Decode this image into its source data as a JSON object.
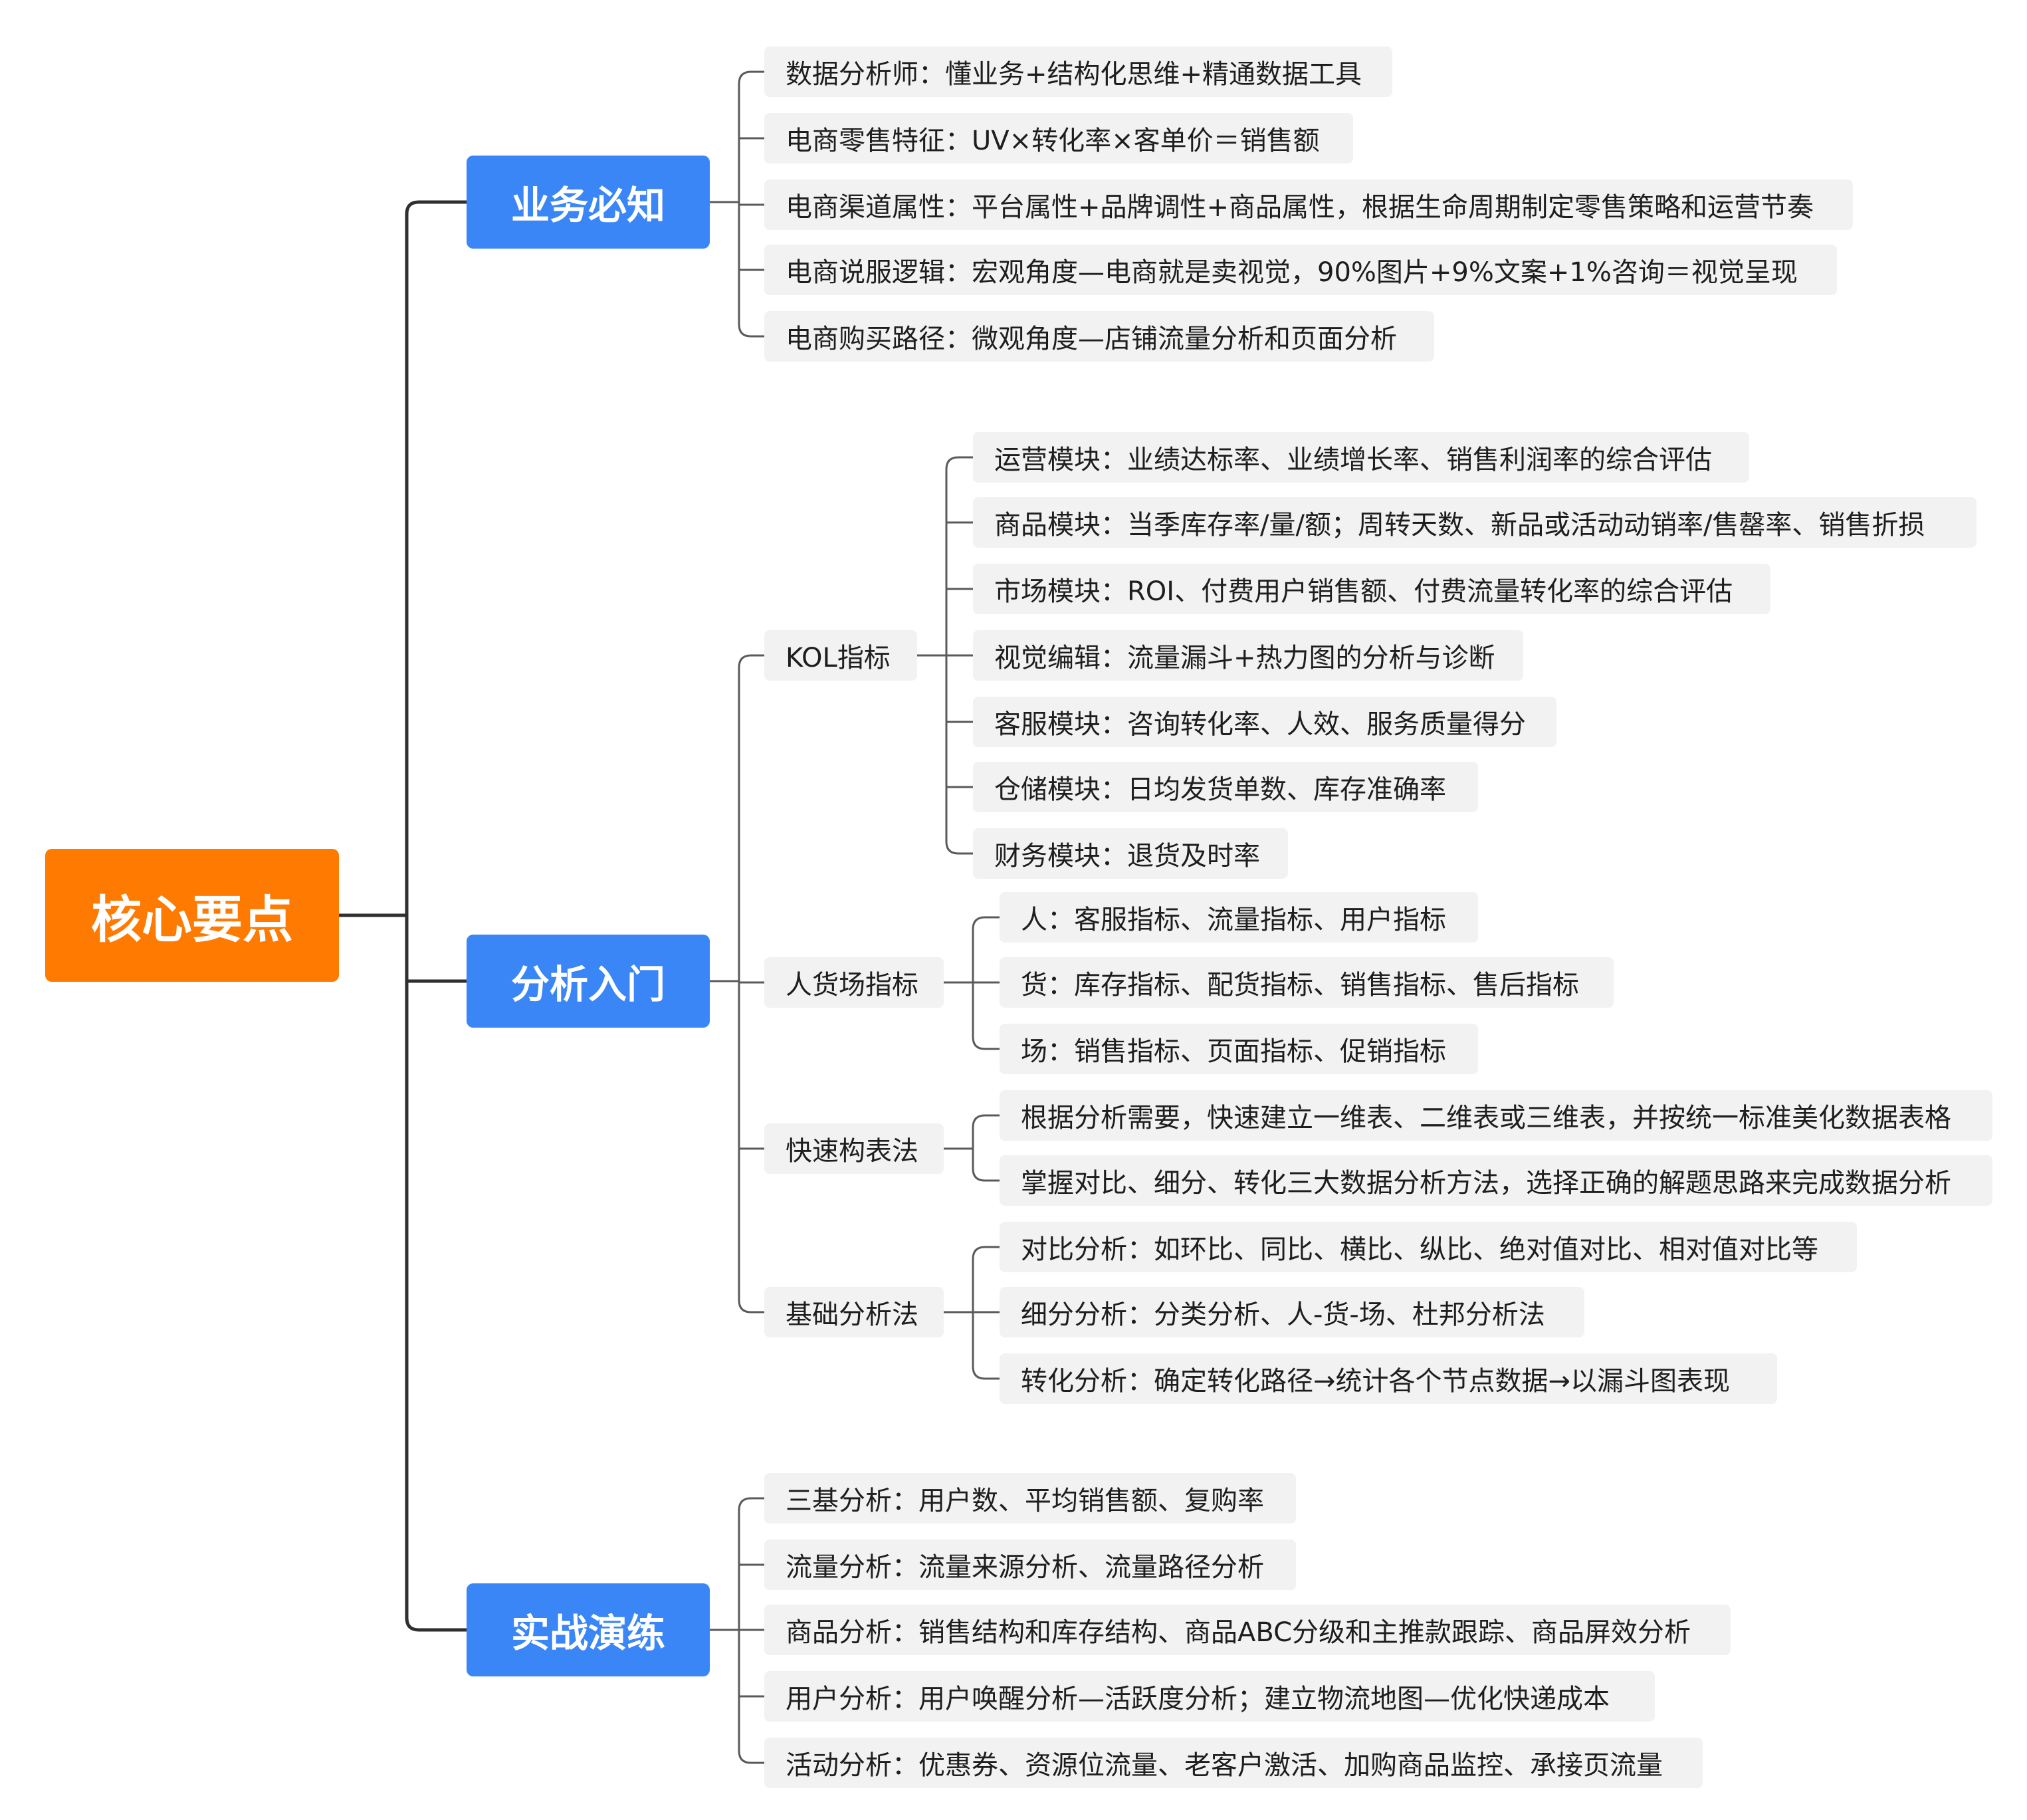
{
  "root": {
    "label": "核心要点"
  },
  "branches": [
    {
      "label": "业务必知",
      "children": [
        {
          "label": "数据分析师：懂业务+结构化思维+精通数据工具"
        },
        {
          "label": "电商零售特征：UV×转化率×客单价＝销售额"
        },
        {
          "label": "电商渠道属性：平台属性+品牌调性+商品属性，根据生命周期制定零售策略和运营节奏"
        },
        {
          "label": "电商说服逻辑：宏观角度—电商就是卖视觉，90%图片+9%文案+1%咨询＝视觉呈现"
        },
        {
          "label": "电商购买路径：微观角度—店铺流量分析和页面分析"
        }
      ]
    },
    {
      "label": "分析入门",
      "children": [
        {
          "label": "KOL指标",
          "children": [
            {
              "label": "运营模块：业绩达标率、业绩增长率、销售利润率的综合评估"
            },
            {
              "label": "商品模块：当季库存率/量/额；周转天数、新品或活动动销率/售罄率、销售折损"
            },
            {
              "label": "市场模块：ROI、付费用户销售额、付费流量转化率的综合评估"
            },
            {
              "label": "视觉编辑：流量漏斗+热力图的分析与诊断"
            },
            {
              "label": "客服模块：咨询转化率、人效、服务质量得分"
            },
            {
              "label": "仓储模块：日均发货单数、库存准确率"
            },
            {
              "label": "财务模块：退货及时率"
            }
          ]
        },
        {
          "label": "人货场指标",
          "children": [
            {
              "label": "人：客服指标、流量指标、用户指标"
            },
            {
              "label": "货：库存指标、配货指标、销售指标、售后指标"
            },
            {
              "label": "场：销售指标、页面指标、促销指标"
            }
          ]
        },
        {
          "label": "快速构表法",
          "children": [
            {
              "label": "根据分析需要，快速建立一维表、二维表或三维表，并按统一标准美化数据表格"
            },
            {
              "label": "掌握对比、细分、转化三大数据分析方法，选择正确的解题思路来完成数据分析"
            }
          ]
        },
        {
          "label": "基础分析法",
          "children": [
            {
              "label": "对比分析：如环比、同比、横比、纵比、绝对值对比、相对值对比等"
            },
            {
              "label": "细分分析：分类分析、人-货-场、杜邦分析法"
            },
            {
              "label": "转化分析：确定转化路径→统计各个节点数据→以漏斗图表现"
            }
          ]
        }
      ]
    },
    {
      "label": "实战演练",
      "children": [
        {
          "label": "三基分析：用户数、平均销售额、复购率"
        },
        {
          "label": "流量分析：流量来源分析、流量路径分析"
        },
        {
          "label": "商品分析：销售结构和库存结构、商品ABC分级和主推款跟踪、商品屏效分析"
        },
        {
          "label": "用户分析：用户唤醒分析—活跃度分析；建立物流地图—优化快递成本"
        },
        {
          "label": "活动分析：优惠券、资源位流量、老客户激活、加购商品监控、承接页流量"
        }
      ]
    }
  ]
}
